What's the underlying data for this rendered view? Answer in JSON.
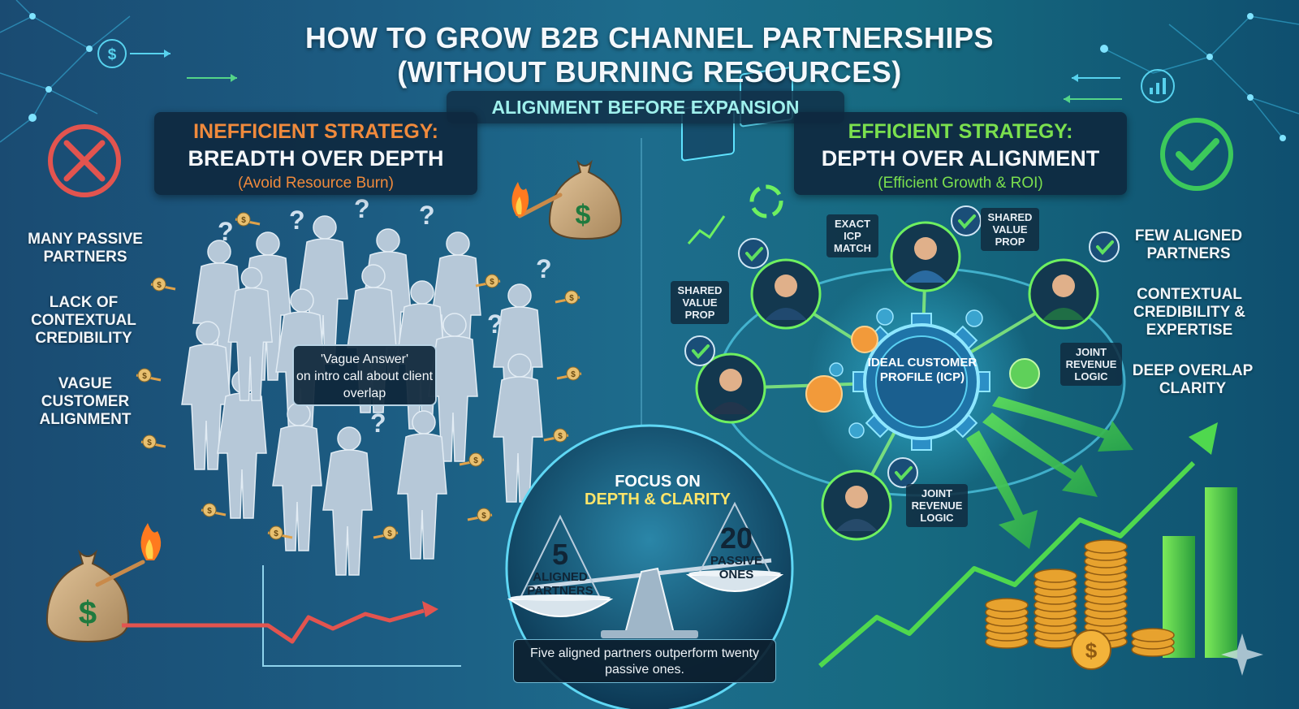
{
  "title_line1": "HOW TO GROW B2B CHANNEL PARTNERSHIPS",
  "title_line2": "(WITHOUT BURNING RESOURCES)",
  "banner": "ALIGNMENT BEFORE EXPANSION",
  "left": {
    "heading_colored": "INEFFICIENT STRATEGY:",
    "heading_main": "BREADTH OVER DEPTH",
    "subheading": "(Avoid Resource Burn)",
    "points": [
      "MANY PASSIVE PARTNERS",
      "LACK OF CONTEXTUAL CREDIBILITY",
      "VAGUE CUSTOMER ALIGNMENT"
    ],
    "bubble_quote": "'Vague Answer'",
    "bubble_text": "on intro call about client overlap",
    "question_mark": "?",
    "currency": "$"
  },
  "right": {
    "heading_colored": "EFFICIENT STRATEGY:",
    "heading_main": "DEPTH OVER ALIGNMENT",
    "subheading": "(Efficient Growth & ROI)",
    "points": [
      "FEW ALIGNED PARTNERS",
      "CONTEXTUAL CREDIBILITY & EXPERTISE",
      "DEEP OVERLAP CLARITY"
    ],
    "tags": {
      "exact_icp": "EXACT ICP MATCH",
      "shared_top": "SHARED VALUE PROP",
      "shared_left": "SHARED VALUE PROP",
      "joint_right": "JOINT REVENUE LOGIC",
      "joint_bottom": "JOINT REVENUE LOGIC"
    },
    "hub_label": "IDEAL CUSTOMER PROFILE (ICP)"
  },
  "center": {
    "focus_line1": "FOCUS ON",
    "focus_line2": "DEPTH & CLARITY",
    "left_pan_number": "5",
    "left_pan_label": "ALIGNED PARTNERS",
    "right_pan_number": "20",
    "right_pan_label": "PASSIVE ONES",
    "caption": "Five aligned partners outperform twenty passive ones."
  },
  "colors": {
    "inefficient_accent": "#f08a3c",
    "efficient_accent": "#7be04e",
    "bad_icon": "#e2544f",
    "good_icon": "#3cc95b",
    "focus_highlight": "#ffe56a"
  }
}
